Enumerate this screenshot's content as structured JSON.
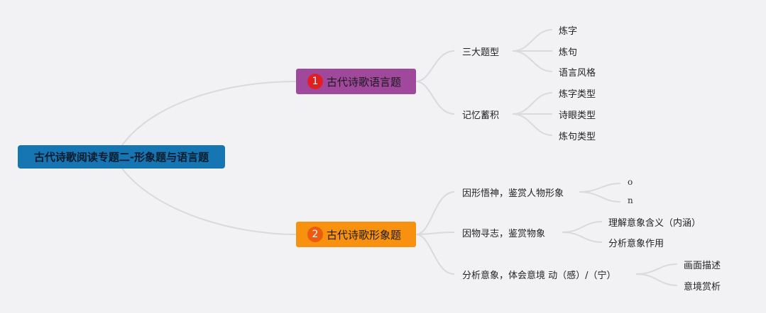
{
  "root": {
    "label": "古代诗歌阅读专题二-形象题与语言题"
  },
  "branches": [
    {
      "number": "1",
      "label": "古代诗歌语言题",
      "color": "#a0489c",
      "badge_color": "#e02020",
      "children": [
        {
          "label": "三大题型",
          "children": [
            "炼字",
            "炼句",
            "语言风格"
          ]
        },
        {
          "label": "记忆蓄积",
          "children": [
            "炼字类型",
            "诗眼类型",
            "炼句类型"
          ]
        }
      ]
    },
    {
      "number": "2",
      "label": "古代诗歌形象题",
      "color": "#f7910f",
      "badge_color": "#ee5a10",
      "children": [
        {
          "label": "因形悟神，鉴赏人物形象",
          "children": [
            "o",
            "n"
          ]
        },
        {
          "label": "因物寻志，鉴赏物象",
          "children": [
            "理解意象含义（内涵）",
            "分析意象作用"
          ]
        },
        {
          "label": "分析意象，体会意境 动（感）/（宁）",
          "children": [
            "画面描述",
            "意境赏析"
          ]
        }
      ]
    }
  ],
  "colors": {
    "background": "#f2f2f4",
    "connector": "#d9d9de",
    "root": "#1676b4"
  }
}
